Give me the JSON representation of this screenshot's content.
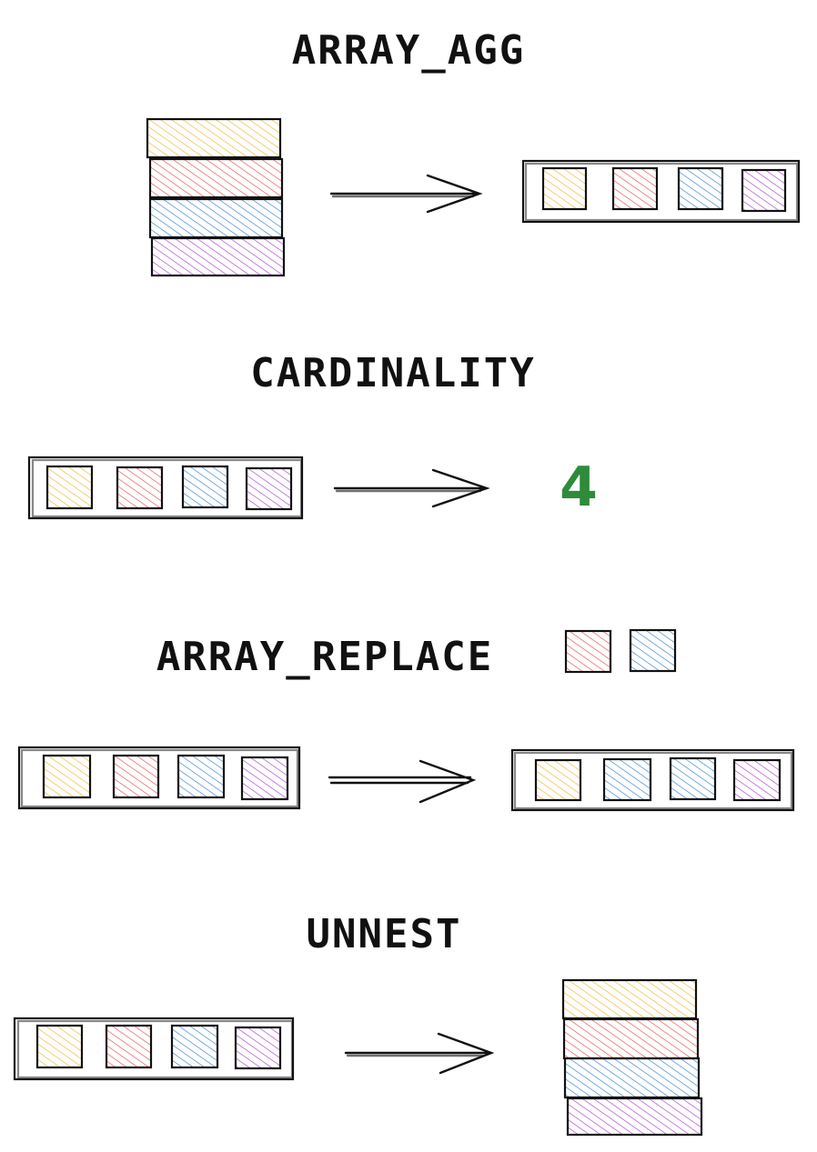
{
  "colors": {
    "yellow": "#f0b429",
    "red": "#e74c4c",
    "blue": "#2f80d6",
    "purple": "#a83fd1",
    "result_green": "#2e8b3a",
    "ink": "#111111"
  },
  "sections": [
    {
      "id": "array-agg",
      "title": "ARRAY_AGG",
      "input": {
        "form": "rows",
        "items": [
          "yellow",
          "red",
          "blue",
          "purple"
        ]
      },
      "output": {
        "form": "array",
        "items": [
          "yellow",
          "red",
          "blue",
          "purple"
        ]
      }
    },
    {
      "id": "cardinality",
      "title": "CARDINALITY",
      "input": {
        "form": "array",
        "items": [
          "yellow",
          "red",
          "blue",
          "purple"
        ]
      },
      "output": {
        "form": "number",
        "value": "4"
      }
    },
    {
      "id": "array-replace",
      "title": "ARRAY_REPLACE",
      "title_args": [
        "red",
        "blue"
      ],
      "input": {
        "form": "array",
        "items": [
          "yellow",
          "red",
          "blue",
          "purple"
        ]
      },
      "output": {
        "form": "array",
        "items": [
          "yellow",
          "blue",
          "blue",
          "purple"
        ]
      }
    },
    {
      "id": "unnest",
      "title": "UNNEST",
      "input": {
        "form": "array",
        "items": [
          "yellow",
          "red",
          "blue",
          "purple"
        ]
      },
      "output": {
        "form": "rows",
        "items": [
          "yellow",
          "red",
          "blue",
          "purple"
        ]
      }
    }
  ]
}
